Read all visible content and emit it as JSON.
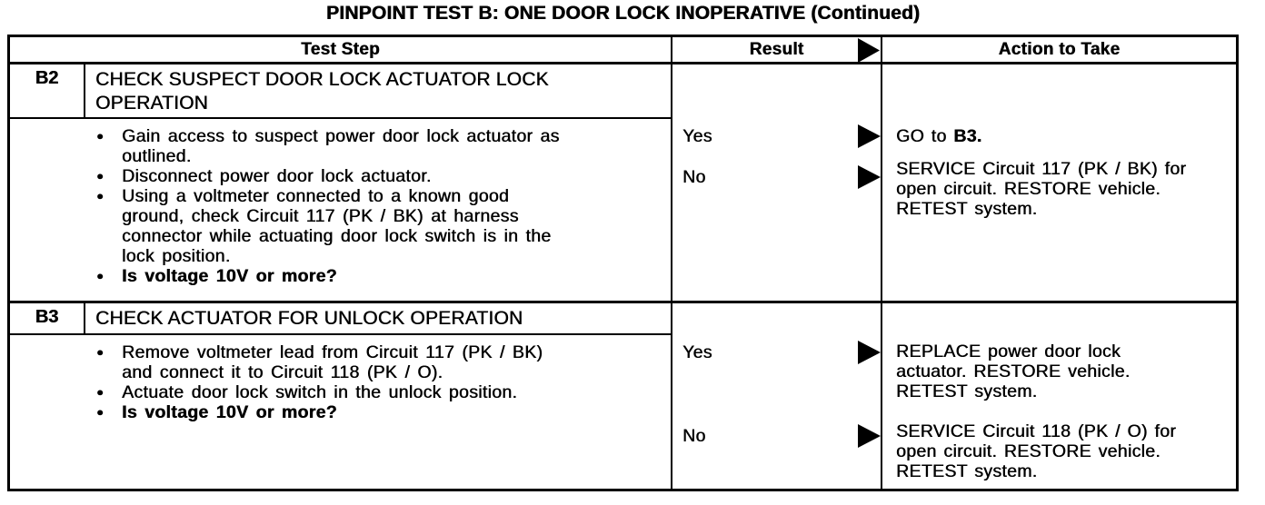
{
  "title": "PINPOINT TEST B: ONE DOOR LOCK INOPERATIVE (Continued)",
  "colors": {
    "text": "#000000",
    "background": "#ffffff"
  },
  "icons": {
    "result_arrow": "►",
    "bullet": "●"
  },
  "table": {
    "headers": {
      "test_step": "Test Step",
      "result": "Result",
      "action": "Action to Take"
    },
    "steps": [
      {
        "id": "B2",
        "title": "CHECK SUSPECT DOOR LOCK ACTUATOR LOCK\nOPERATION",
        "bullets": [
          "Gain access to suspect power door lock actuator as\noutlined.",
          "Disconnect power door lock actuator.",
          "Using a voltmeter connected to a known good\nground, check Circuit 117 (PK / BK) at harness\nconnector while actuating door lock switch is in the\nlock position.",
          "Is voltage 10V or more?"
        ],
        "outcomes": [
          {
            "result": "Yes",
            "action_prefix": "GO to ",
            "action_bold": "B3."
          },
          {
            "result": "No",
            "action": "SERVICE Circuit 117 (PK / BK) for\nopen circuit. RESTORE vehicle.\nRETEST system."
          }
        ]
      },
      {
        "id": "B3",
        "title": "CHECK ACTUATOR FOR UNLOCK OPERATION",
        "bullets": [
          "Remove voltmeter lead from Circuit 117 (PK / BK)\nand connect it to Circuit 118 (PK / O).",
          "Actuate door lock switch in the unlock position.",
          "Is voltage 10V or more?"
        ],
        "outcomes": [
          {
            "result": "Yes",
            "action": "REPLACE power door lock\nactuator. RESTORE vehicle.\nRETEST system."
          },
          {
            "result": "No",
            "action": "SERVICE Circuit 118 (PK / O) for\nopen circuit. RESTORE vehicle.\nRETEST system."
          }
        ]
      }
    ]
  }
}
